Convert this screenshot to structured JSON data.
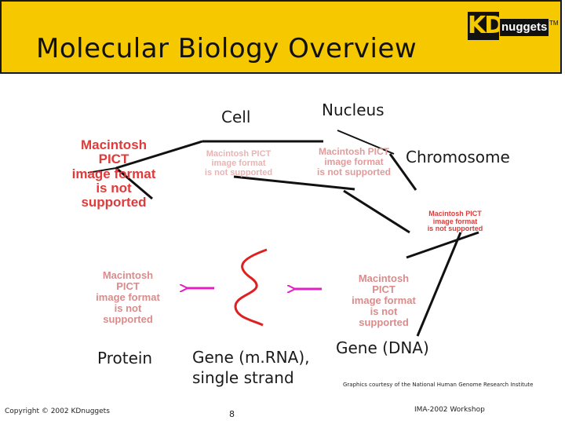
{
  "title": "Molecular Biology Overview",
  "logo": {
    "kd": "KD",
    "nuggets": "nuggets",
    "tm": "TM"
  },
  "labels": {
    "cell": "Cell",
    "nucleus": "Nucleus",
    "chromosome": "Chromosome",
    "protein": "Protein",
    "gene_mrna_line1": "Gene (m.RNA),",
    "gene_mrna_line2": "single strand",
    "gene_dna": "Gene (DNA)"
  },
  "pict_placeholder": {
    "line1": "Macintosh PICT",
    "line2": "image format",
    "line3": "is not supported"
  },
  "footer": {
    "copyright": "Copyright © 2002 KDnuggets",
    "page_number": "8",
    "event": "IMA-2002 Workshop",
    "credits": "Graphics courtesy of the National Human Genome Research Institute"
  },
  "colors": {
    "title_bar": "#f5c800",
    "arrow": "#e020c0",
    "placeholder_text": "#e03a3a",
    "strand": "#e02020"
  }
}
